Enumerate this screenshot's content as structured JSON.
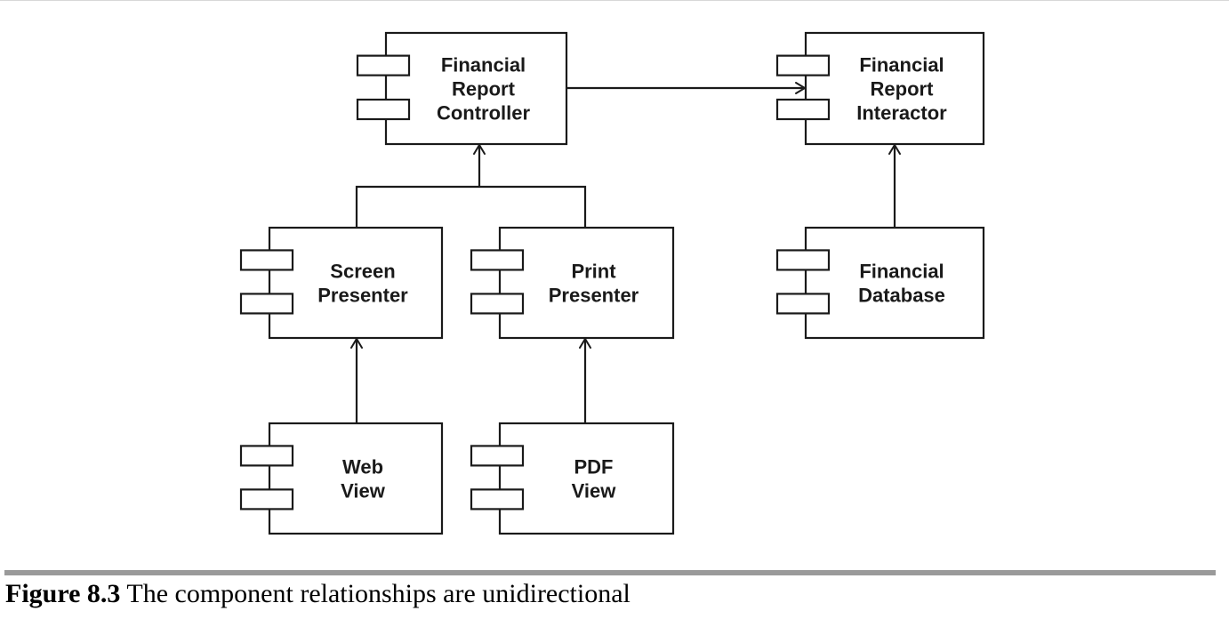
{
  "components": {
    "controller": {
      "lines": [
        "Financial",
        "Report",
        "Controller"
      ]
    },
    "interactor": {
      "lines": [
        "Financial",
        "Report",
        "Interactor"
      ]
    },
    "screen_presenter": {
      "lines": [
        "Screen",
        "Presenter"
      ]
    },
    "print_presenter": {
      "lines": [
        "Print",
        "Presenter"
      ]
    },
    "database": {
      "lines": [
        "Financial",
        "Database"
      ]
    },
    "web_view": {
      "lines": [
        "Web",
        "View"
      ]
    },
    "pdf_view": {
      "lines": [
        "PDF",
        "View"
      ]
    }
  },
  "relationships": [
    {
      "from": "controller",
      "to": "interactor"
    },
    {
      "from": "screen_presenter",
      "to": "controller"
    },
    {
      "from": "print_presenter",
      "to": "controller"
    },
    {
      "from": "database",
      "to": "interactor"
    },
    {
      "from": "web_view",
      "to": "screen_presenter"
    },
    {
      "from": "pdf_view",
      "to": "print_presenter"
    }
  ],
  "caption": {
    "number": "Figure 8.3",
    "text": " The component relationships are unidirectional"
  }
}
